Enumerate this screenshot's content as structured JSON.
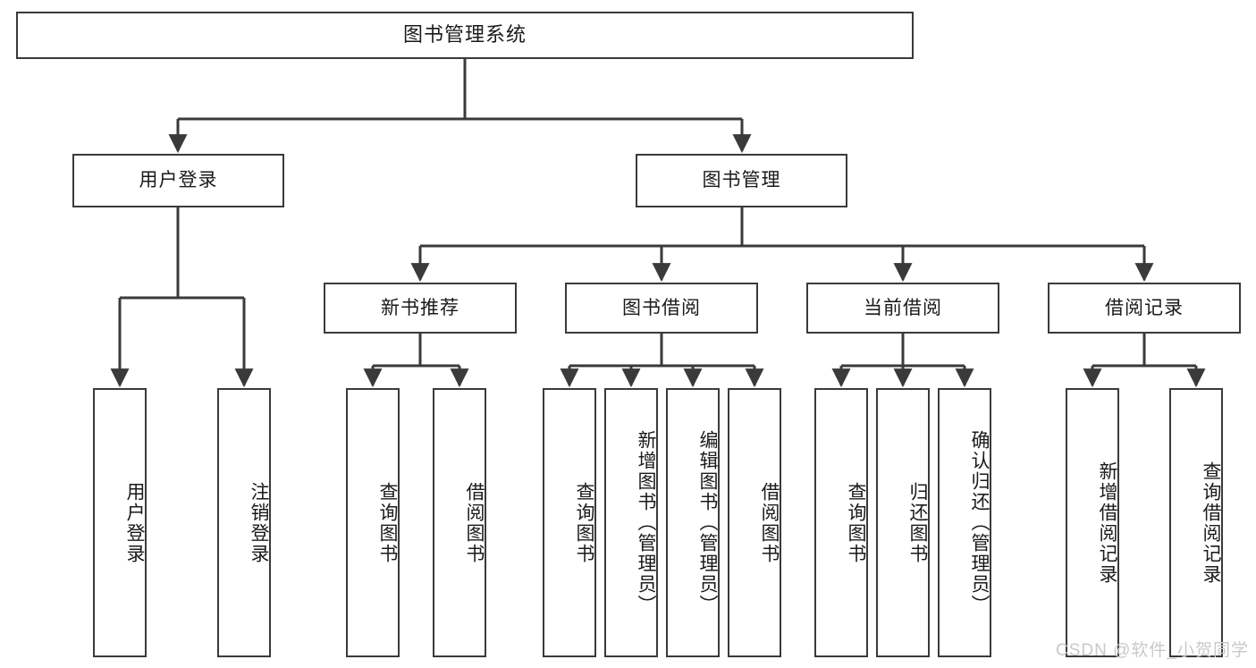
{
  "diagram": {
    "title": "图书管理系统",
    "type": "tree-hierarchy",
    "stroke_color": "#3a3a3a",
    "background_color": "#ffffff",
    "text_color": "#1a1a1a",
    "root": {
      "label": "图书管理系统"
    },
    "level2": [
      {
        "label": "用户登录"
      },
      {
        "label": "图书管理"
      }
    ],
    "level3": [
      {
        "label": "新书推荐"
      },
      {
        "label": "图书借阅"
      },
      {
        "label": "当前借阅"
      },
      {
        "label": "借阅记录"
      }
    ],
    "leaves": {
      "user_login": [
        {
          "label": "用户登录"
        },
        {
          "label": "注销登录"
        }
      ],
      "new_book_recommend": [
        {
          "label": "查询图书"
        },
        {
          "label": "借阅图书"
        }
      ],
      "book_borrow": [
        {
          "label": "查询图书"
        },
        {
          "label": "新增图书（管理员）"
        },
        {
          "label": "编辑图书（管理员）"
        },
        {
          "label": "借阅图书"
        }
      ],
      "current_borrow": [
        {
          "label": "查询图书"
        },
        {
          "label": "归还图书"
        },
        {
          "label": "确认归还（管理员）"
        }
      ],
      "borrow_record": [
        {
          "label": "新增借阅记录"
        },
        {
          "label": "查询借阅记录"
        }
      ]
    }
  },
  "watermark": {
    "text": "CSDN @软件_小贺同学",
    "color": "#c9c9c9"
  }
}
